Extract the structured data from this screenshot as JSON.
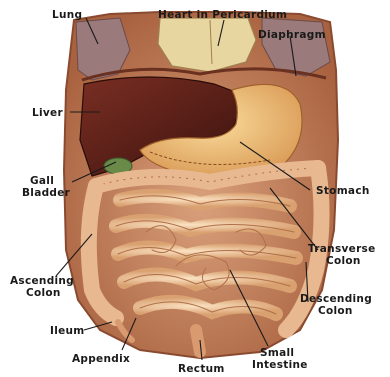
{
  "labels": {
    "lung": "Lung",
    "heart": "Heart in Pericardium",
    "diaphragm": "Diaphragm",
    "liver": "Liver",
    "gall_1": "Gall",
    "gall_2": "Bladder",
    "stomach": "Stomach",
    "transverse_1": "Transverse",
    "transverse_2": "Colon",
    "ascending_1": "Ascending",
    "ascending_2": "Colon",
    "descending_1": "Descending",
    "descending_2": "Colon",
    "ileum": "Ileum",
    "appendix": "Appendix",
    "rectum": "Rectum",
    "small_1": "Small",
    "small_2": "Intestine"
  },
  "colors": {
    "body": "#c98b68",
    "body_edge": "#8a4a30",
    "intestine": "#efc7a0",
    "intestine_edge": "#b07048",
    "liver": "#5a1f18",
    "stomach": "#f2c680",
    "heart": "#e8d6a0",
    "lung": "#9a7a7a",
    "label": "#1a1a1a"
  }
}
